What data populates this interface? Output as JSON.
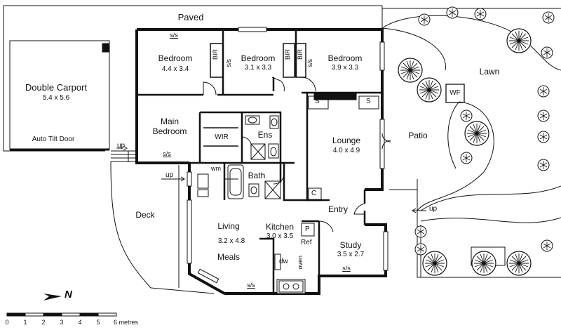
{
  "rooms": {
    "paved": "Paved",
    "double_carport": {
      "name": "Double Carport",
      "dim": "5.4 x 5.6"
    },
    "auto_tilt_door": "Auto Tilt Door",
    "bedroom_1": {
      "name": "Bedroom",
      "dim": "4.4 x 3.4"
    },
    "bedroom_2": {
      "name": "Bedroom",
      "dim": "3.1 x 3.3"
    },
    "bedroom_3": {
      "name": "Bedroom",
      "dim": "3.9 x 3.3"
    },
    "main_bedroom": {
      "name_line1": "Main",
      "name_line2": "Bedroom"
    },
    "wir": "WIR",
    "ens": "Ens",
    "bath": "Bath",
    "wm": "wm",
    "lounge": {
      "name": "Lounge",
      "dim": "4.0 x 4.9"
    },
    "patio": "Patio",
    "lawn": "Lawn",
    "wf": "WF",
    "entry": "Entry",
    "deck": "Deck",
    "living": {
      "name": "Living",
      "dim": "3.2 x 4.8"
    },
    "meals": "Meals",
    "kitchen": {
      "name": "Kitchen",
      "dim": "3.0 x 3.5"
    },
    "study": {
      "name": "Study",
      "dim": "3.5 x 2.7"
    }
  },
  "fixtures": {
    "bir": "BIR",
    "ss": "s/s",
    "s": "S",
    "c": "C",
    "p": "P",
    "ref": "Ref",
    "dw": "dw",
    "oven": "oven",
    "up": "up"
  },
  "compass": {
    "north": "N"
  },
  "scale": {
    "ticks": [
      "0",
      "1",
      "2",
      "3",
      "4",
      "5",
      "6 metres"
    ]
  }
}
